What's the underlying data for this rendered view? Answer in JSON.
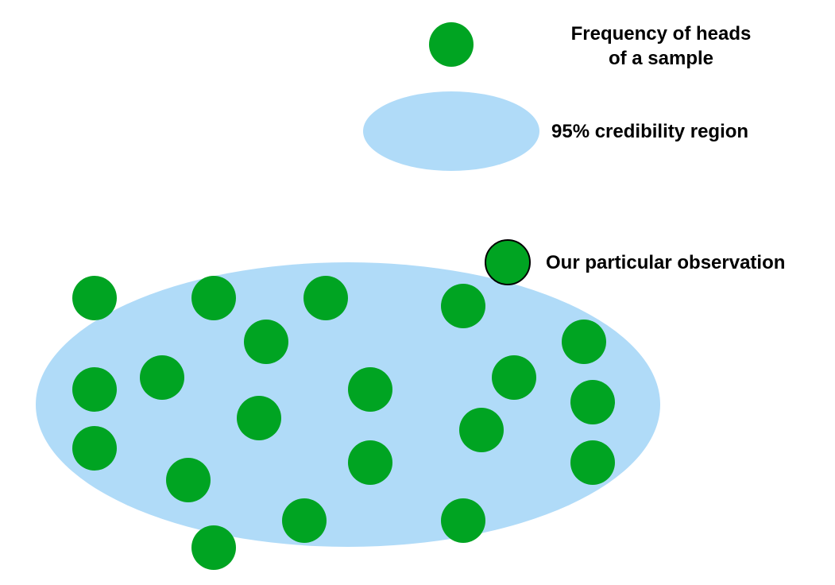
{
  "legend": {
    "sample_dot": {
      "label_line1": "Frequency of heads",
      "label_line2": "of a sample"
    },
    "credibility_region": {
      "label": "95% credibility region"
    },
    "observation": {
      "label": "Our particular observation"
    }
  },
  "colors": {
    "sample_dot": "#00a422",
    "credibility_region": "#b0dbf8",
    "observation_outline": "#000000",
    "text": "#000000",
    "background": "#ffffff"
  }
}
